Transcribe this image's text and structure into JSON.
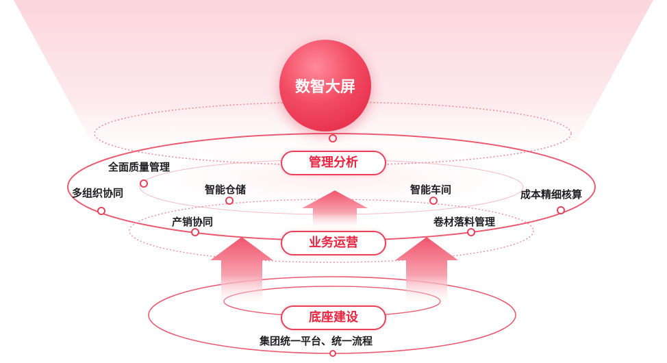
{
  "core": {
    "title": "数智大屏"
  },
  "tiers": {
    "top": "管理分析",
    "middle": "业务运营",
    "bottom": "底座建设"
  },
  "features": {
    "quality": "全面质量管理",
    "multi_org": "多组织协同",
    "warehouse": "智能仓储",
    "workshop": "智能车间",
    "cost": "成本精细核算",
    "sales": "产销协同",
    "coil": "卷材落料管理",
    "platform": "集团统一平台、统一流程"
  },
  "colors": {
    "accent": "#e8405a",
    "accent_dark": "#e02442",
    "text": "#1d1d1f"
  }
}
